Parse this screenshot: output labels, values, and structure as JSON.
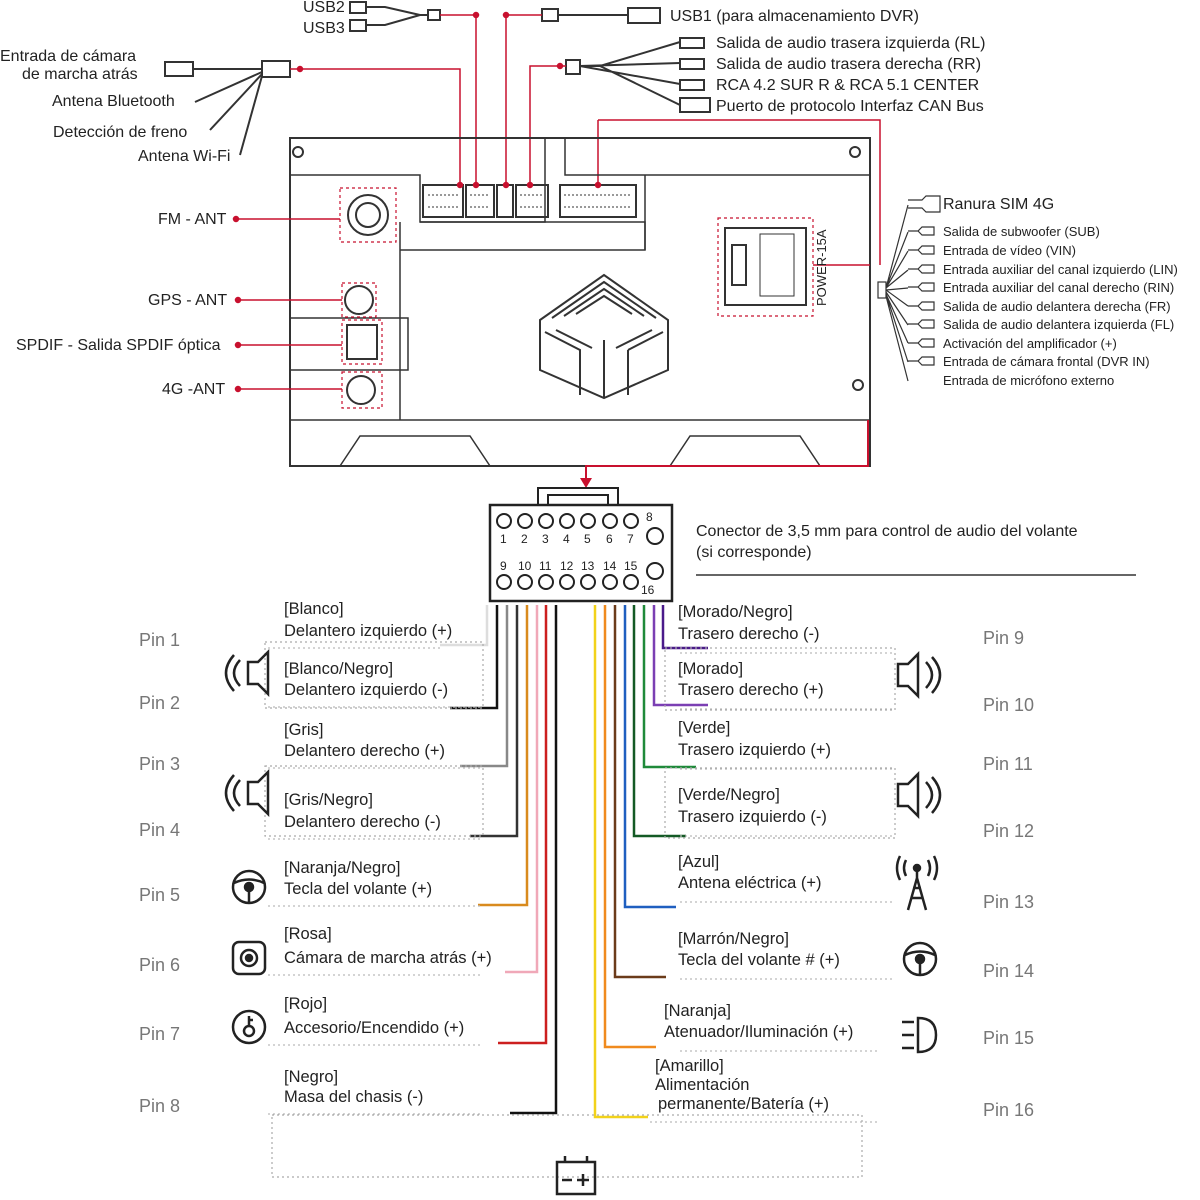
{
  "top_connectors": {
    "usb2": "USB2",
    "usb3": "USB3",
    "usb1": "USB1 (para almacenamiento DVR)",
    "rear_cam": [
      "Entrada de cámara",
      "de marcha atrás"
    ],
    "bluetooth": "Antena Bluetooth",
    "brake": "Detección de freno",
    "wifi": "Antena Wi-Fi",
    "rl": "Salida de audio trasera izquierda (RL)",
    "rr": "Salida de audio trasera derecha (RR)",
    "rca": "RCA 4.2 SUR R & RCA 5.1 CENTER",
    "canbus": "Puerto de protocolo Interfaz CAN Bus"
  },
  "left_ports": {
    "fm": "FM - ANT",
    "gps": "GPS - ANT",
    "spdif": "SPDIF - Salida SPDIF óptica",
    "ant4g": "4G -ANT"
  },
  "power_label": "POWER-15A",
  "right_ports": [
    "Ranura SIM 4G",
    "Salida de subwoofer (SUB)",
    "Entrada de vídeo (VIN)",
    "Entrada auxiliar del canal izquierdo (LIN)",
    "Entrada auxiliar del canal derecho (RIN)",
    "Salida de audio delantera derecha (FR)",
    "Salida de audio delantera izquierda (FL)",
    "Activación del amplificador (+)",
    "Entrada de cámara frontal (DVR IN)",
    "Entrada de micrófono externo"
  ],
  "connector": {
    "pins_top": [
      "1",
      "2",
      "3",
      "4",
      "5",
      "6",
      "7",
      "8"
    ],
    "pins_bottom": [
      "9",
      "10",
      "11",
      "12",
      "13",
      "14",
      "15",
      "16"
    ],
    "note": [
      "Conector de 3,5 mm para control de audio del volante",
      "(si corresponde)"
    ]
  },
  "pins_left": [
    {
      "pin": "Pin 1",
      "color_name": "[Blanco]",
      "func": "Delantero izquierdo (+)",
      "wire": "#dddddd"
    },
    {
      "pin": "Pin 2",
      "color_name": "[Blanco/Negro]",
      "func": "Delantero izquierdo (-)",
      "wire": "#111111"
    },
    {
      "pin": "Pin 3",
      "color_name": "[Gris]",
      "func": "Delantero derecho (+)",
      "wire": "#888888"
    },
    {
      "pin": "Pin 4",
      "color_name": "[Gris/Negro]",
      "func": "Delantero derecho (-)",
      "wire": "#333333"
    },
    {
      "pin": "Pin 5",
      "color_name": "[Naranja/Negro]",
      "func": "Tecla del volante (+)",
      "wire": "#d98b1e"
    },
    {
      "pin": "Pin 6",
      "color_name": "[Rosa]",
      "func": "Cámara de marcha atrás (+)",
      "wire": "#f0a8b8"
    },
    {
      "pin": "Pin 7",
      "color_name": "[Rojo]",
      "func": "Accesorio/Encendido (+)",
      "wire": "#cc1f1f"
    },
    {
      "pin": "Pin 8",
      "color_name": "[Negro]",
      "func": "Masa del chasis (-)",
      "wire": "#111111"
    }
  ],
  "pins_right": [
    {
      "pin": "Pin 9",
      "color_name": "[Morado/Negro]",
      "func": "Trasero derecho (-)",
      "wire": "#4a1a8a"
    },
    {
      "pin": "Pin 10",
      "color_name": "[Morado]",
      "func": "Trasero derecho (+)",
      "wire": "#7b3fb3"
    },
    {
      "pin": "Pin 11",
      "color_name": "[Verde]",
      "func": "Trasero izquierdo (+)",
      "wire": "#1f8a3a"
    },
    {
      "pin": "Pin 12",
      "color_name": "[Verde/Negro]",
      "func": "Trasero izquierdo (-)",
      "wire": "#145a25"
    },
    {
      "pin": "Pin 13",
      "color_name": "[Azul]",
      "func": "Antena eléctrica (+)",
      "wire": "#1f5fc0"
    },
    {
      "pin": "Pin 14",
      "color_name": "[Marrón/Negro]",
      "func": "Tecla del volante # (+)",
      "wire": "#6b3b1a"
    },
    {
      "pin": "Pin 15",
      "color_name": "[Naranja]",
      "func": "Atenuador/Iluminación (+)",
      "wire": "#f08a1e"
    },
    {
      "pin": "Pin 16",
      "color_name": "[Amarillo]",
      "func": [
        "Alimentación",
        "permanente/Batería (+)"
      ],
      "wire": "#f2d21a"
    }
  ],
  "colors": {
    "accent": "#c8102e",
    "outline": "#333333",
    "dashed": "#aaaaaa"
  }
}
